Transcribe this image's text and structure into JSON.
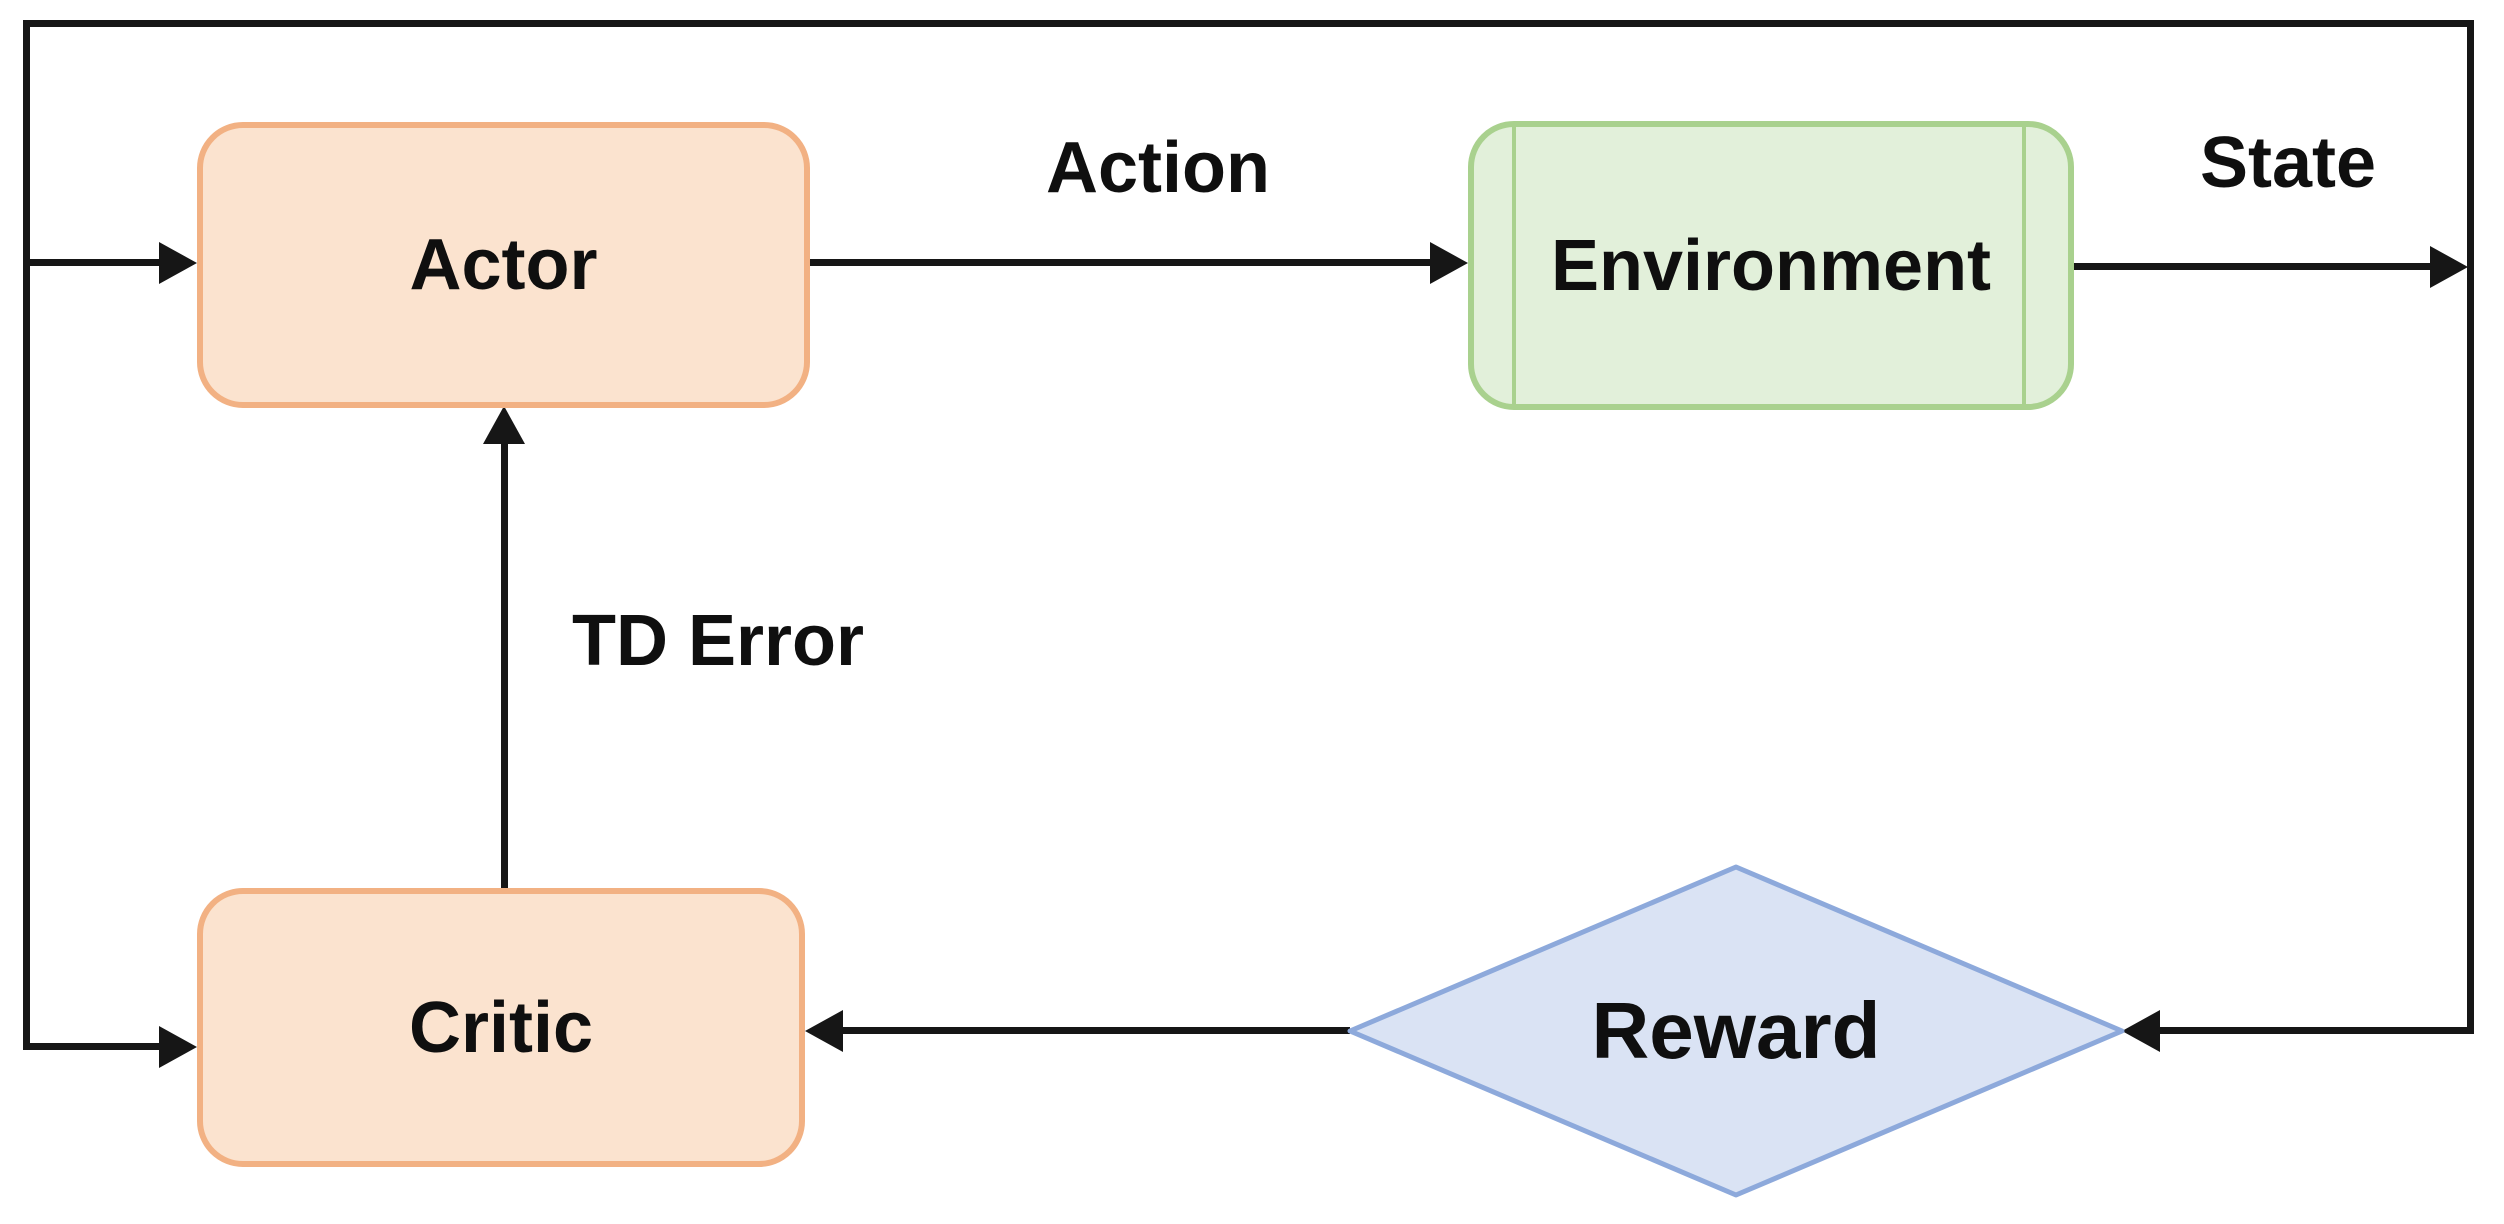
{
  "diagram": {
    "type": "flowchart",
    "subject": "actor-critic reinforcement learning loop",
    "nodes": {
      "actor": {
        "label": "Actor",
        "shape": "rounded-rectangle",
        "fill": "#FBE3CF",
        "stroke": "#F2B183"
      },
      "environment": {
        "label": "Environment",
        "shape": "predefined-process",
        "fill": "#E2F0DA",
        "stroke": "#A9D18E"
      },
      "critic": {
        "label": "Critic",
        "shape": "rounded-rectangle",
        "fill": "#FBE3CF",
        "stroke": "#F2B183"
      },
      "reward": {
        "label": "Reward",
        "shape": "diamond",
        "fill": "#DAE3F4",
        "stroke": "#8DA9DB"
      }
    },
    "edges": [
      {
        "from": "actor",
        "to": "environment",
        "label": "Action"
      },
      {
        "from": "environment",
        "to": "feedback-loop",
        "label": "State"
      },
      {
        "from": "critic",
        "to": "actor",
        "label": "TD Error"
      },
      {
        "from": "feedback-loop",
        "to": "actor"
      },
      {
        "from": "feedback-loop",
        "to": "critic"
      },
      {
        "from": "feedback-loop",
        "to": "reward"
      },
      {
        "from": "reward",
        "to": "critic"
      }
    ],
    "connector_color": "#161616",
    "text_color": "#0f0f0f"
  }
}
